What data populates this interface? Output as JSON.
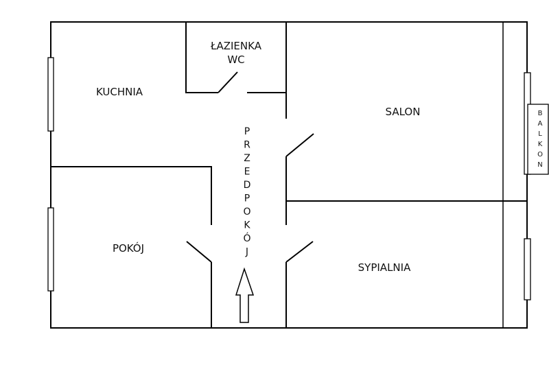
{
  "rooms": {
    "kitchen": "KUCHNIA",
    "bathroom_line1": "ŁAZIENKA",
    "bathroom_line2": "WC",
    "living_room": "SALON",
    "room": "POKÓJ",
    "bedroom": "SYPIALNIA",
    "hallway_letters": [
      "P",
      "R",
      "Z",
      "E",
      "D",
      "P",
      "O",
      "K",
      "Ó",
      "J"
    ],
    "balcony_letters": [
      "B",
      "A",
      "L",
      "K",
      "O",
      "N"
    ]
  },
  "icons": {
    "entrance": "up-arrow-icon"
  }
}
